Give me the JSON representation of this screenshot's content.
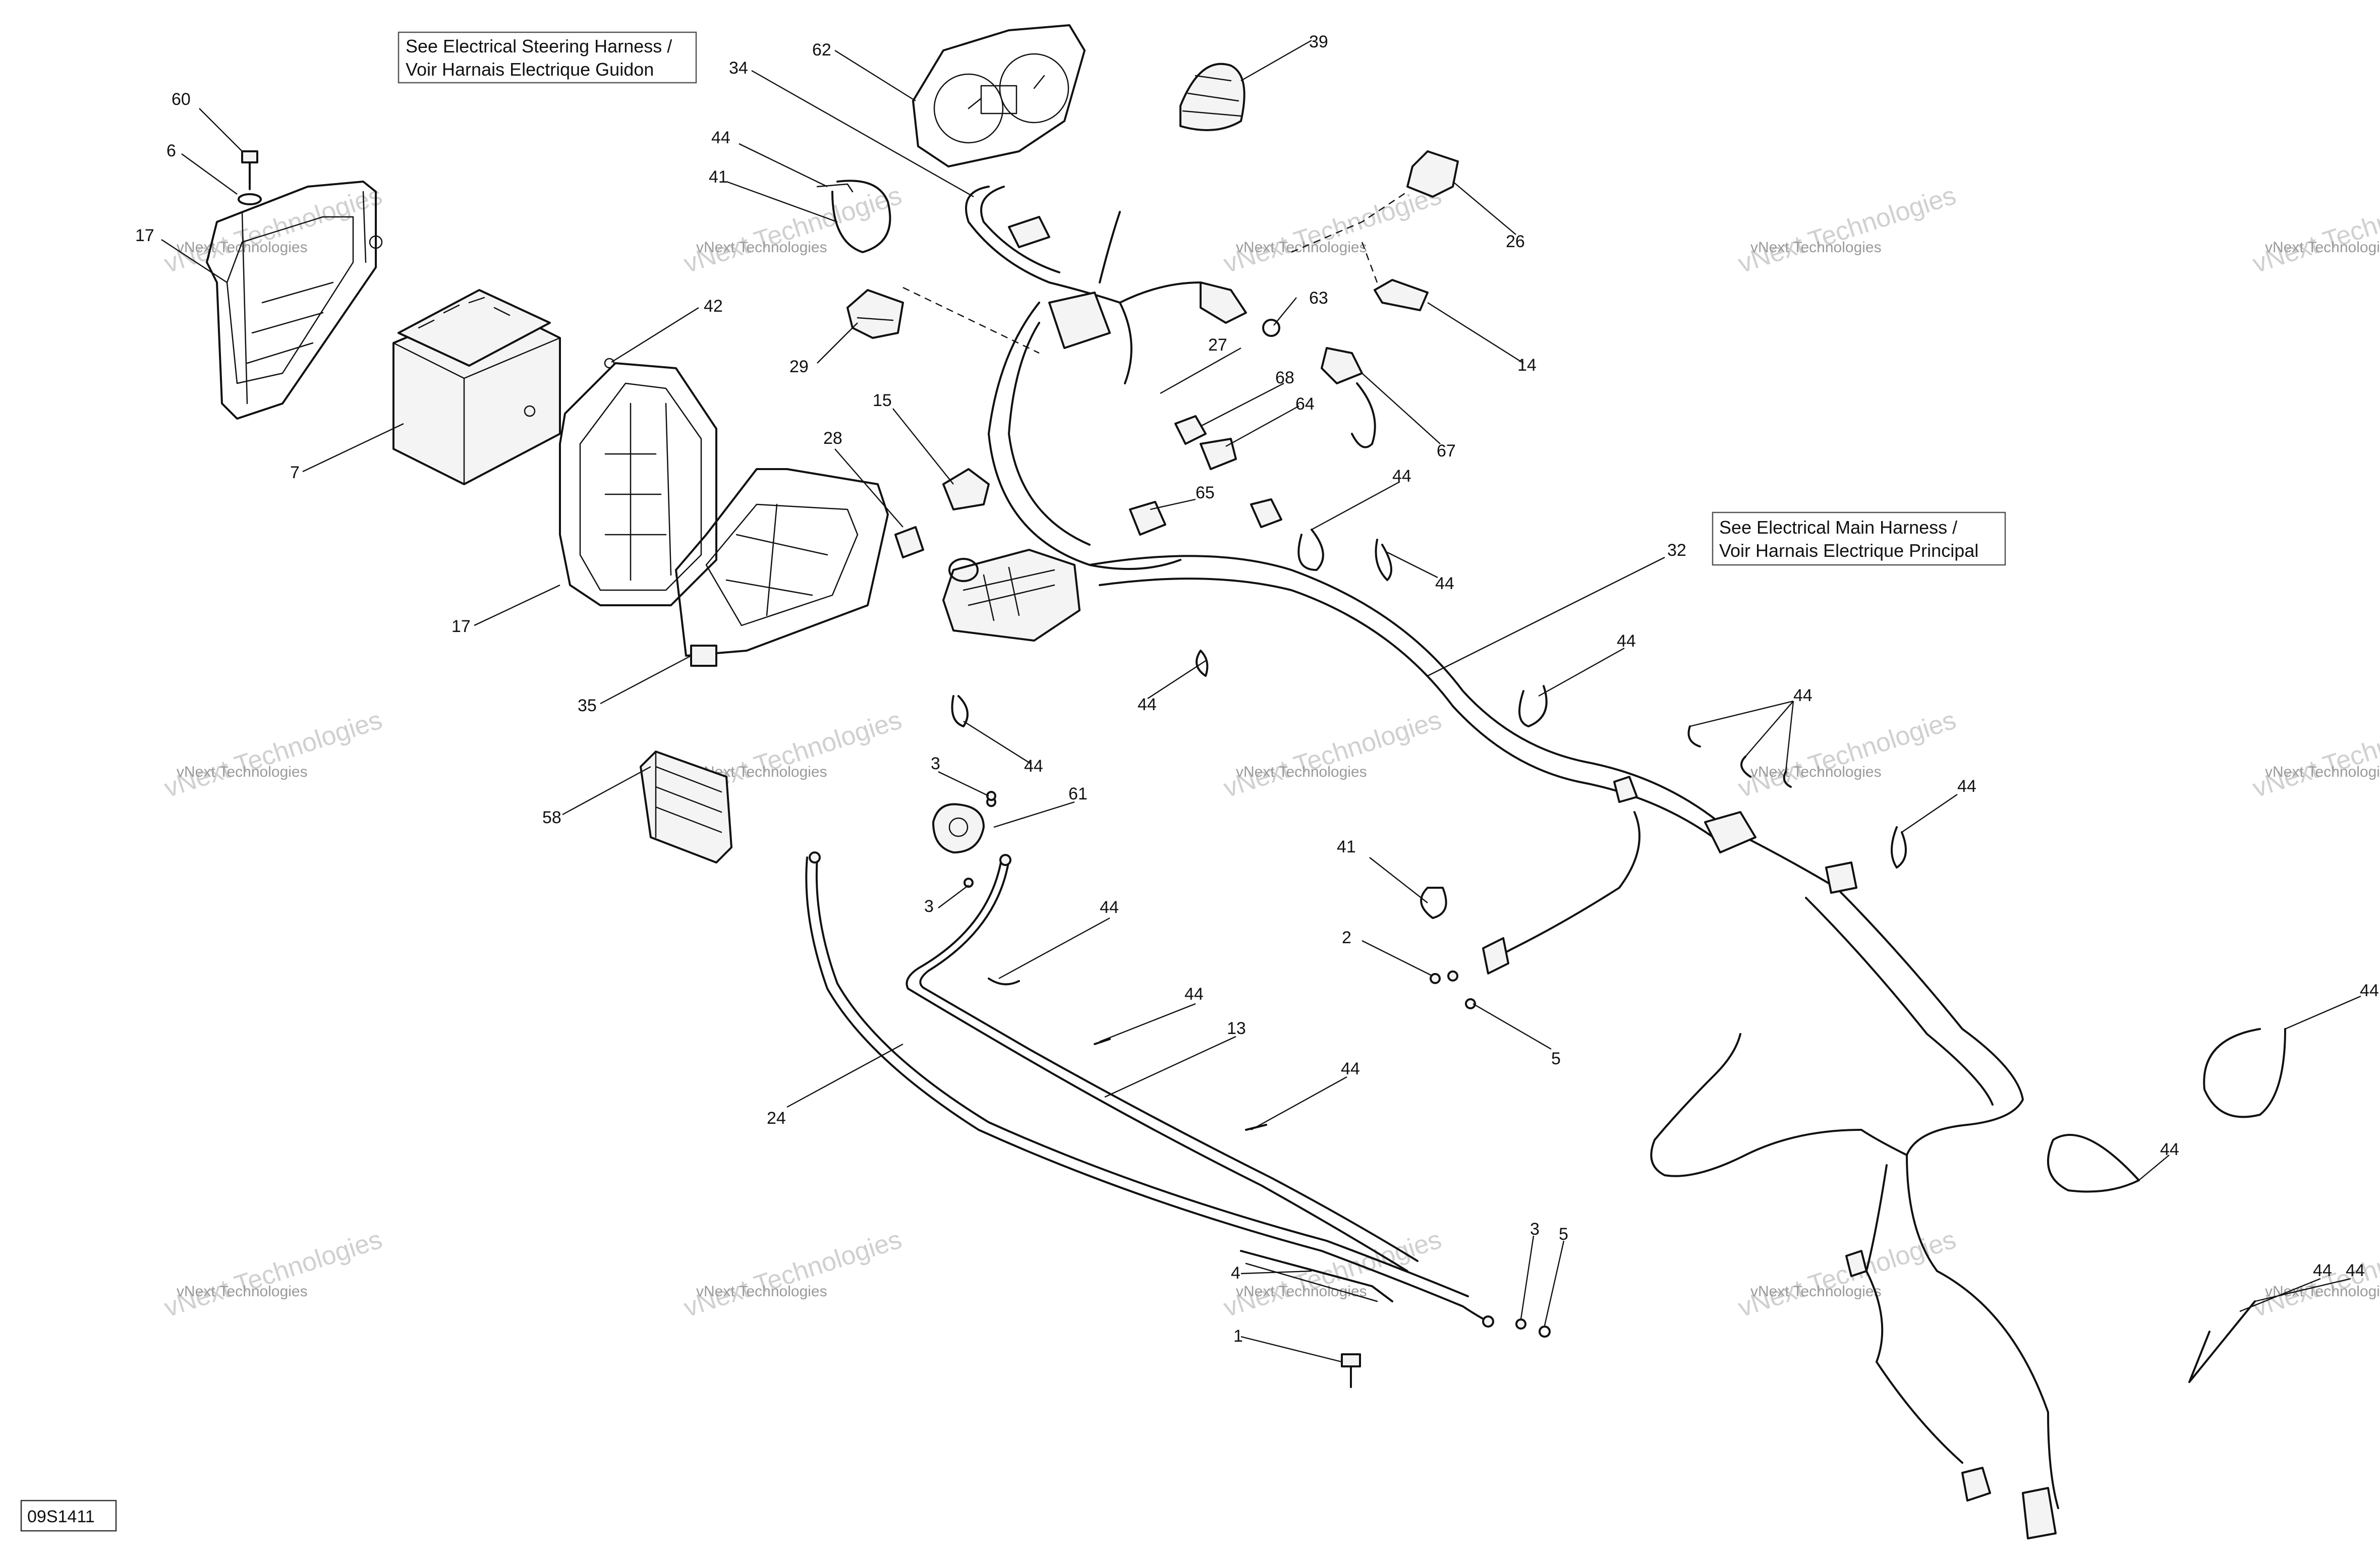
{
  "notes": {
    "steering_line1": "See Electrical Steering Harness /",
    "steering_line2": "Voir Harnais Electrique Guidon",
    "main_line1": "See Electrical Main Harness /",
    "main_line2": "Voir Harnais Electrique Principal"
  },
  "watermark": {
    "line1": "vNext Technologies",
    "line2": "vNext Technologies"
  },
  "reference": "09S1411",
  "callouts": [
    {
      "id": "c60",
      "text": "60"
    },
    {
      "id": "c6",
      "text": "6"
    },
    {
      "id": "c17a",
      "text": "17"
    },
    {
      "id": "c7",
      "text": "7"
    },
    {
      "id": "c17b",
      "text": "17"
    },
    {
      "id": "c42",
      "text": "42"
    },
    {
      "id": "c28",
      "text": "28"
    },
    {
      "id": "c35",
      "text": "35"
    },
    {
      "id": "c58",
      "text": "58"
    },
    {
      "id": "c44a",
      "text": "44"
    },
    {
      "id": "c41a",
      "text": "41"
    },
    {
      "id": "c34",
      "text": "34"
    },
    {
      "id": "c62",
      "text": "62"
    },
    {
      "id": "c29",
      "text": "29"
    },
    {
      "id": "c15",
      "text": "15"
    },
    {
      "id": "c39",
      "text": "39"
    },
    {
      "id": "c26",
      "text": "26"
    },
    {
      "id": "c63",
      "text": "63"
    },
    {
      "id": "c14",
      "text": "14"
    },
    {
      "id": "c27",
      "text": "27"
    },
    {
      "id": "c68",
      "text": "68"
    },
    {
      "id": "c64",
      "text": "64"
    },
    {
      "id": "c67",
      "text": "67"
    },
    {
      "id": "c65",
      "text": "65"
    },
    {
      "id": "c44b",
      "text": "44"
    },
    {
      "id": "c44c",
      "text": "44"
    },
    {
      "id": "c32",
      "text": "32"
    },
    {
      "id": "c44d",
      "text": "44"
    },
    {
      "id": "c44e",
      "text": "44"
    },
    {
      "id": "c44f",
      "text": "44"
    },
    {
      "id": "c44g",
      "text": "44"
    },
    {
      "id": "c3a",
      "text": "3"
    },
    {
      "id": "c61",
      "text": "61"
    },
    {
      "id": "c3b",
      "text": "3"
    },
    {
      "id": "c44h",
      "text": "44"
    },
    {
      "id": "c44i",
      "text": "44"
    },
    {
      "id": "c13",
      "text": "13"
    },
    {
      "id": "c24",
      "text": "24"
    },
    {
      "id": "c44j",
      "text": "44"
    },
    {
      "id": "c41b",
      "text": "41"
    },
    {
      "id": "c2",
      "text": "2"
    },
    {
      "id": "c5a",
      "text": "5"
    },
    {
      "id": "c44k",
      "text": "44"
    },
    {
      "id": "c44l",
      "text": "44"
    },
    {
      "id": "c44m",
      "text": "44"
    },
    {
      "id": "c3c",
      "text": "3"
    },
    {
      "id": "c5b",
      "text": "5"
    },
    {
      "id": "c4",
      "text": "4"
    },
    {
      "id": "c1",
      "text": "1"
    },
    {
      "id": "c44n",
      "text": "44"
    },
    {
      "id": "c44o",
      "text": "44"
    }
  ]
}
